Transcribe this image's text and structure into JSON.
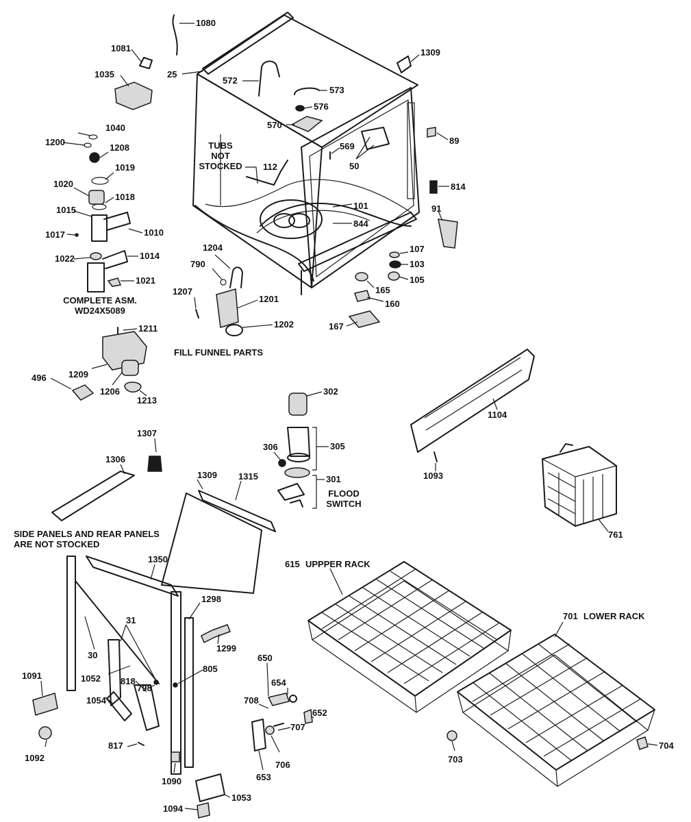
{
  "labels": {
    "p1080": "1080",
    "p1081": "1081",
    "p25": "25",
    "p1035": "1035",
    "p572": "572",
    "p573": "573",
    "p576": "576",
    "p570": "570",
    "p1309a": "1309",
    "p89": "89",
    "p569": "569",
    "p50": "50",
    "p112": "112",
    "p814": "814",
    "p101": "101",
    "p844": "844",
    "p91": "91",
    "p1040": "1040",
    "p1200": "1200",
    "p1208": "1208",
    "p1019": "1019",
    "p1020": "1020",
    "p1018": "1018",
    "p1015": "1015",
    "p1010": "1010",
    "p1017": "1017",
    "p1022": "1022",
    "p1014": "1014",
    "p1021": "1021",
    "p1204": "1204",
    "p790": "790",
    "p107": "107",
    "p103": "103",
    "p105": "105",
    "p165": "165",
    "p160": "160",
    "p167": "167",
    "p1207": "1207",
    "p1201": "1201",
    "p1202": "1202",
    "p1211": "1211",
    "p1209": "1209",
    "p1206": "1206",
    "p1213": "1213",
    "p496": "496",
    "p302": "302",
    "p305": "305",
    "p306": "306",
    "p301": "301",
    "p1104": "1104",
    "p1093": "1093",
    "p1307": "1307",
    "p1306": "1306",
    "p1309b": "1309",
    "p1315": "1315",
    "p761": "761",
    "p1350": "1350",
    "p615": "615",
    "p1298": "1298",
    "p701": "701",
    "p31": "31",
    "p30": "30",
    "p1299": "1299",
    "p805": "805",
    "p650": "650",
    "p1091": "1091",
    "p1052": "1052",
    "p818": "818",
    "p798": "798",
    "p654": "654",
    "p708": "708",
    "p652": "652",
    "p1054": "1054",
    "p1092": "1092",
    "p817": "817",
    "p707": "707",
    "p706": "706",
    "p653": "653",
    "p703": "703",
    "p704": "704",
    "p1090": "1090",
    "p1053": "1053",
    "p1094": "1094"
  },
  "captions": {
    "tubs_1": "TUBS",
    "tubs_2": "NOT",
    "tubs_3": "STOCKED",
    "complete_1": "COMPLETE ASM.",
    "complete_2": "WD24X5089",
    "fill_funnel": "FILL FUNNEL PARTS",
    "flood_1": "FLOOD",
    "flood_2": "SWITCH",
    "side_1": "SIDE PANELS AND REAR PANELS",
    "side_2": "ARE NOT STOCKED",
    "upper_rack": "UPPPER RACK",
    "lower_rack": "LOWER RACK"
  }
}
